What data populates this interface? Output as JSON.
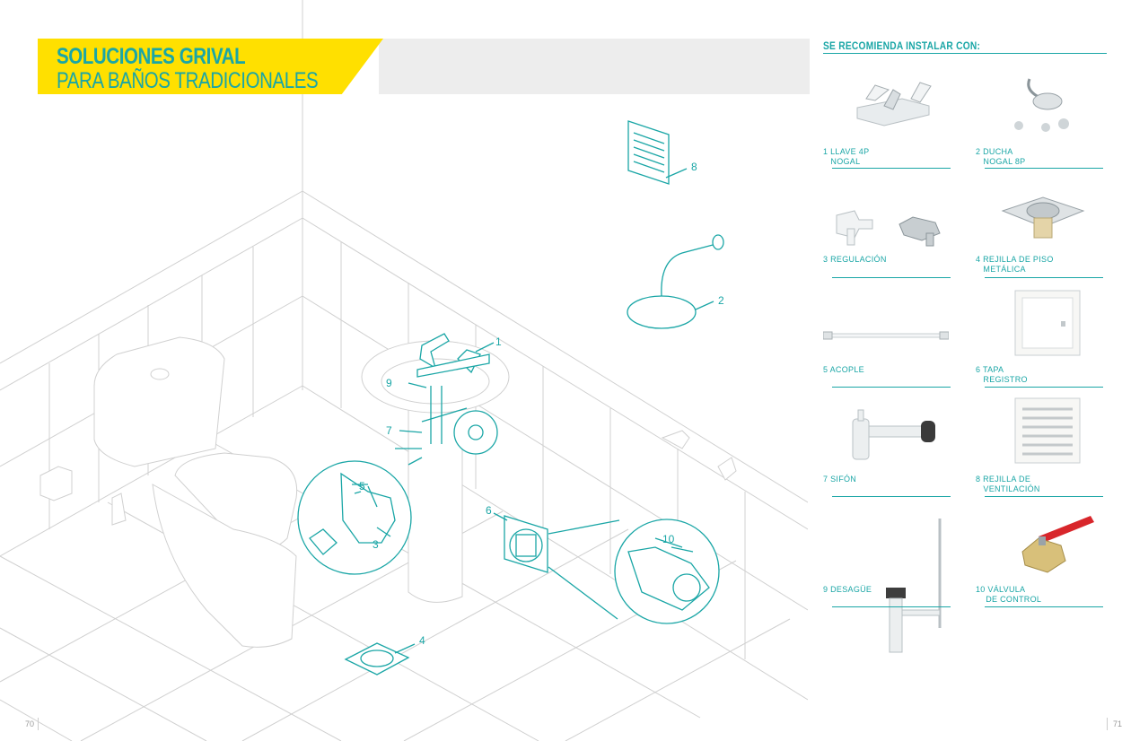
{
  "header": {
    "title": "SOLUCIONES GRIVAL",
    "subtitle": "PARA BAÑOS TRADICIONALES"
  },
  "recommend": {
    "title": "SE RECOMIENDA INSTALAR CON:"
  },
  "products": [
    {
      "label": "1 LLAVE 4P\n   NOGAL",
      "icon": "faucet-icon"
    },
    {
      "label": "2 DUCHA\n   NOGAL 8P",
      "icon": "shower-icon"
    },
    {
      "label": "3 REGULACIÓN",
      "icon": "angle-valve-icon"
    },
    {
      "label": "4 REJILLA DE PISO\n   METÁLICA",
      "icon": "floor-drain-icon"
    },
    {
      "label": "5 ACOPLE",
      "icon": "hose-icon"
    },
    {
      "label": "6 TAPA\n   REGISTRO",
      "icon": "access-panel-icon"
    },
    {
      "label": "7 SIFÓN",
      "icon": "siphon-icon"
    },
    {
      "label": "8 REJILLA DE\n   VENTILACIÓN",
      "icon": "vent-grille-icon"
    },
    {
      "label": "9 DESAGÜE",
      "icon": "drain-pipe-icon"
    },
    {
      "label": "10 VÁLVULA\n    DE CONTROL",
      "icon": "ball-valve-icon"
    }
  ],
  "callouts": [
    "1",
    "2",
    "3",
    "4",
    "5",
    "6",
    "7",
    "8",
    "9",
    "10"
  ],
  "pages": {
    "left": "70",
    "right": "71"
  },
  "colors": {
    "accent": "#1aa6a6",
    "highlight": "#ffe000",
    "lines": "#cfcfcf"
  }
}
